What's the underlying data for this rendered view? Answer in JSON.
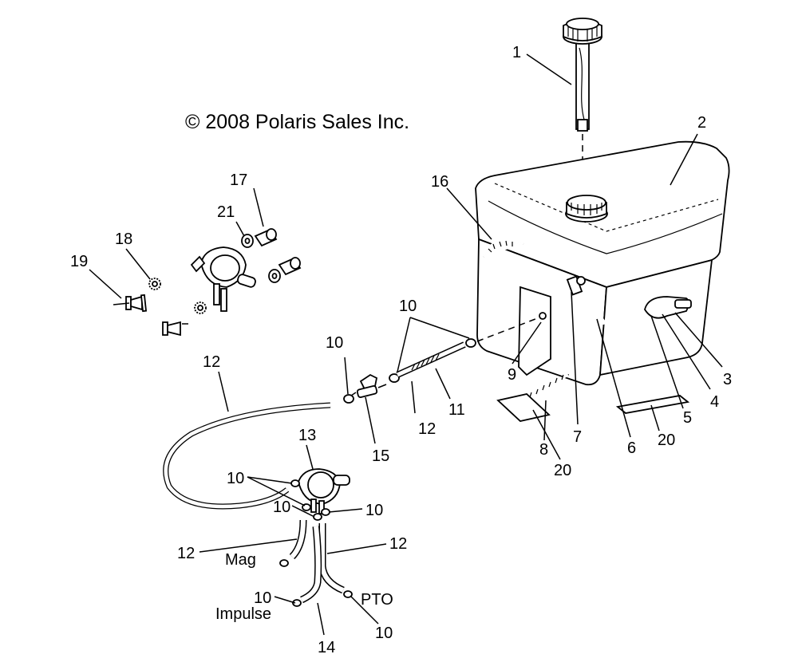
{
  "copyright": "© 2008 Polaris Sales Inc.",
  "port_labels": {
    "mag": "Mag",
    "impulse": "Impulse",
    "pto": "PTO"
  },
  "callouts": {
    "c1": "1",
    "c2": "2",
    "c3": "3",
    "c4": "4",
    "c5": "5",
    "c6": "6",
    "c7": "7",
    "c8": "8",
    "c9": "9",
    "c10a": "10",
    "c10b": "10",
    "c10c": "10",
    "c10d": "10",
    "c10e": "10",
    "c10f": "10",
    "c10g": "10",
    "c11": "11",
    "c12a": "12",
    "c12b": "12",
    "c12c": "12",
    "c12d": "12",
    "c13": "13",
    "c14": "14",
    "c15": "15",
    "c16": "16",
    "c17": "17",
    "c18": "18",
    "c19": "19",
    "c20a": "20",
    "c20b": "20",
    "c21": "21"
  }
}
